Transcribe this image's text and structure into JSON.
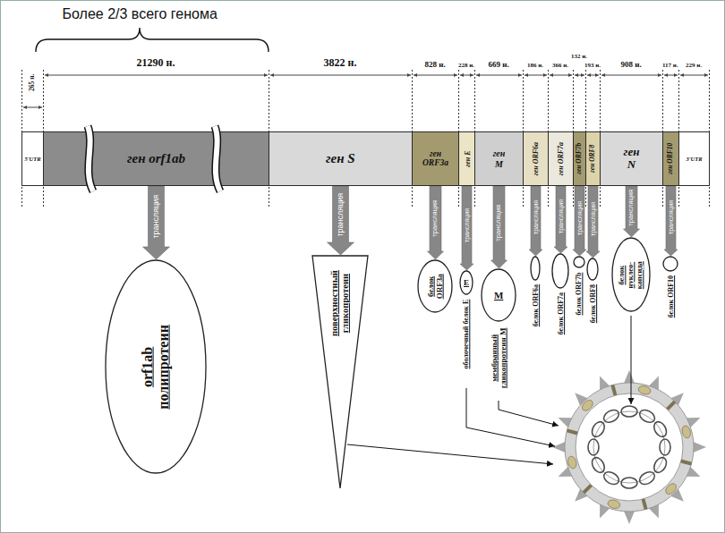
{
  "diagram": {
    "nodes": [
      {
        "text": [
          "5'UTR"
        ]
      },
      {
        "text": [
          "ген orf1ab"
        ]
      },
      {
        "text": [
          "ген S"
        ]
      },
      {
        "text": [
          "ген ORF3a"
        ]
      },
      {
        "text": [
          "ген E"
        ]
      },
      {
        "text": [
          "ген M"
        ]
      },
      {
        "text": [
          "ген ORF6a"
        ]
      },
      {
        "text": [
          "ген ORF7a"
        ]
      },
      {
        "text": [
          "ген ORF7b"
        ]
      },
      {
        "text": [
          "ген ORF8"
        ]
      },
      {
        "text": [
          "ген N"
        ]
      },
      {
        "text": [
          "ген ORF10"
        ]
      },
      {
        "text": [
          "3'UTR"
        ]
      },
      {
        "text": [
          "orf1ab полипротеин"
        ]
      },
      {
        "text": [
          "поверхностный гликопротеин"
        ]
      },
      {
        "text": [
          "белок ORF3a"
        ]
      },
      {
        "text": [
          "E",
          "оболочечный белок E"
        ]
      },
      {
        "text": [
          "M",
          "мембранный гликопротеин M"
        ]
      },
      {
        "text": [
          "белок ORF6a"
        ]
      },
      {
        "text": [
          "белок ORF7a"
        ]
      },
      {
        "text": [
          "белок ORF7b"
        ]
      },
      {
        "text": [
          "белок ORF8"
        ]
      },
      {
        "text": [
          "белок нуклео-капсида"
        ]
      },
      {
        "text": [
          "белок ORF10"
        ]
      }
    ],
    "edges": [
      {
        "from": 1,
        "to": 13,
        "arrow": "to",
        "label": "трансляция"
      },
      {
        "from": 2,
        "to": 14,
        "arrow": "to",
        "label": "трансляция"
      },
      {
        "from": 3,
        "to": 15,
        "arrow": "to",
        "label": "трансляция"
      },
      {
        "from": 4,
        "to": 16,
        "arrow": "to",
        "label": "трансляция"
      },
      {
        "from": 5,
        "to": 17,
        "arrow": "to",
        "label": "трансляция"
      },
      {
        "from": 6,
        "to": 18,
        "arrow": "to",
        "label": "трансляция"
      },
      {
        "from": 7,
        "to": 19,
        "arrow": "to",
        "label": "трансляция"
      },
      {
        "from": 8,
        "to": 20,
        "arrow": "to",
        "label": "трансляция"
      },
      {
        "from": 9,
        "to": 21,
        "arrow": "to",
        "label": "трансляция"
      },
      {
        "from": 10,
        "to": 22,
        "arrow": "to",
        "label": "трансляция"
      },
      {
        "from": 11,
        "to": 23,
        "arrow": "to",
        "label": "трансляция"
      }
    ],
    "labels": [
      "Более 2/3 всего генома",
      "265 н.",
      "21290 н.",
      "3822 н.",
      "828 н.",
      "228 н.",
      "669 н.",
      "186 н.",
      "366 н.",
      "132 н.",
      "193 н.",
      "908 н.",
      "117 н.",
      "229 н."
    ]
  }
}
